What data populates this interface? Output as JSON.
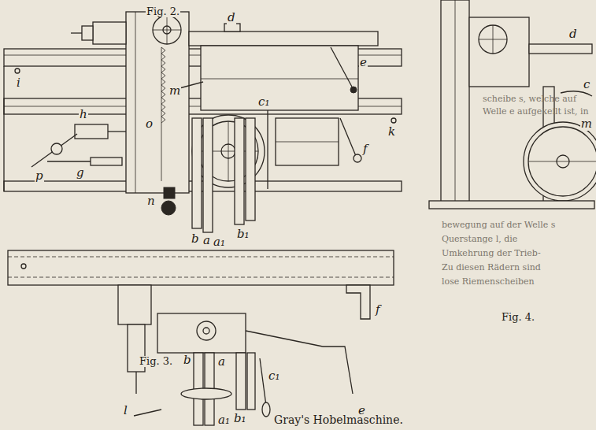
{
  "diagram": {
    "caption": "Gray's Hobelmaschine.",
    "labels": [
      "Fig. 2.",
      "Fig. 3.",
      "Fig. 4.",
      "d",
      "e",
      "m",
      "o",
      "c₁",
      "i",
      "k",
      "h",
      "p",
      "g",
      "n",
      "b",
      "a",
      "a₁",
      "b₁",
      "f",
      "b",
      "a",
      "c₁",
      "f",
      "e",
      "b₁",
      "a₁",
      "l",
      "d",
      "m",
      "c",
      "scheibe s, welche auf",
      "Welle e aufgekeilt ist, in",
      "bewegung auf der Welle s",
      "Querstange l, die",
      "Umkehrung der Trieb-",
      "Zu diesen Rädern sind",
      "lose Riemenscheiben"
    ]
  }
}
